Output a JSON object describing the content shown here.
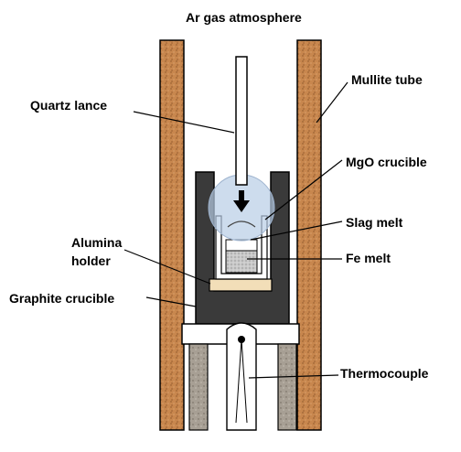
{
  "title": "Ar gas atmosphere",
  "labels": {
    "quartz_lance": "Quartz lance",
    "mullite_tube": "Mullite tube",
    "mgo_crucible": "MgO crucible",
    "slag_melt": "Slag melt",
    "alumina_holder_line1": "Alumina",
    "alumina_holder_line2": "holder",
    "fe_melt": "Fe melt",
    "graphite_crucible": "Graphite crucible",
    "thermocouple": "Thermocouple"
  },
  "colors": {
    "mullite": "#c8874e",
    "graphite": "#3a3a3a",
    "alumina": "#f2deb8",
    "gas_bubble": "#b8cde6",
    "lower_support": "#a79f94",
    "fe_melt": "#bfbfbf"
  }
}
